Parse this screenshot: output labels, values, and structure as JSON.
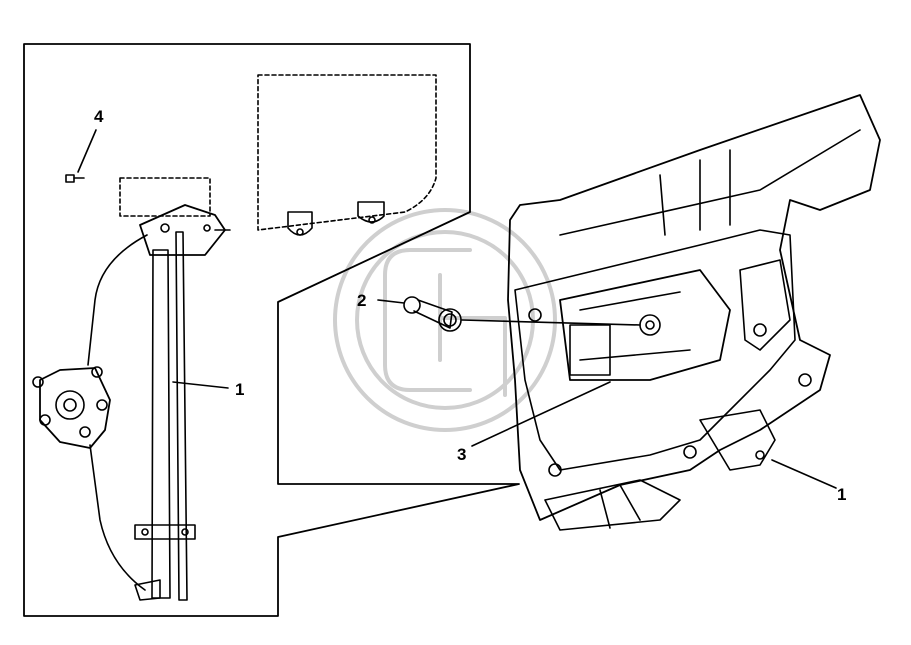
{
  "callouts": {
    "c1_inset": "1",
    "c1_door": "1",
    "c2": "2",
    "c3": "3",
    "c4": "4"
  },
  "colors": {
    "line": "#000000",
    "watermark": "#d0d0d0",
    "background": "#ffffff"
  },
  "watermark": {
    "kind": "logo",
    "text": "G"
  }
}
